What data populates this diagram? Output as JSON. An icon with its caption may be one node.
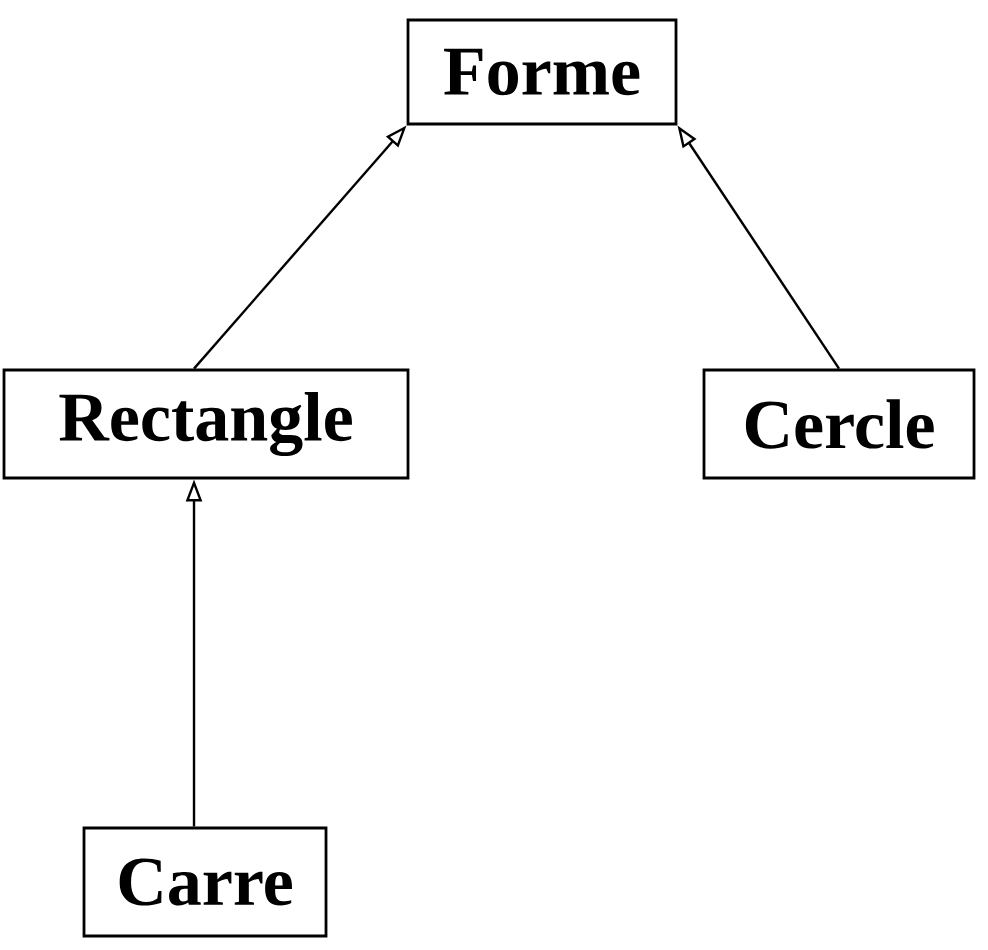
{
  "diagram": {
    "nodes": [
      {
        "text": [
          "Forme"
        ]
      },
      {
        "text": [
          "Rectangle"
        ]
      },
      {
        "text": [
          "Cercle"
        ]
      },
      {
        "text": [
          "Carre"
        ]
      }
    ],
    "edges": [
      {
        "from": 1,
        "to": 0,
        "arrow": "to"
      },
      {
        "from": 2,
        "to": 0,
        "arrow": "to"
      },
      {
        "from": 3,
        "to": 1,
        "arrow": "to"
      }
    ]
  }
}
